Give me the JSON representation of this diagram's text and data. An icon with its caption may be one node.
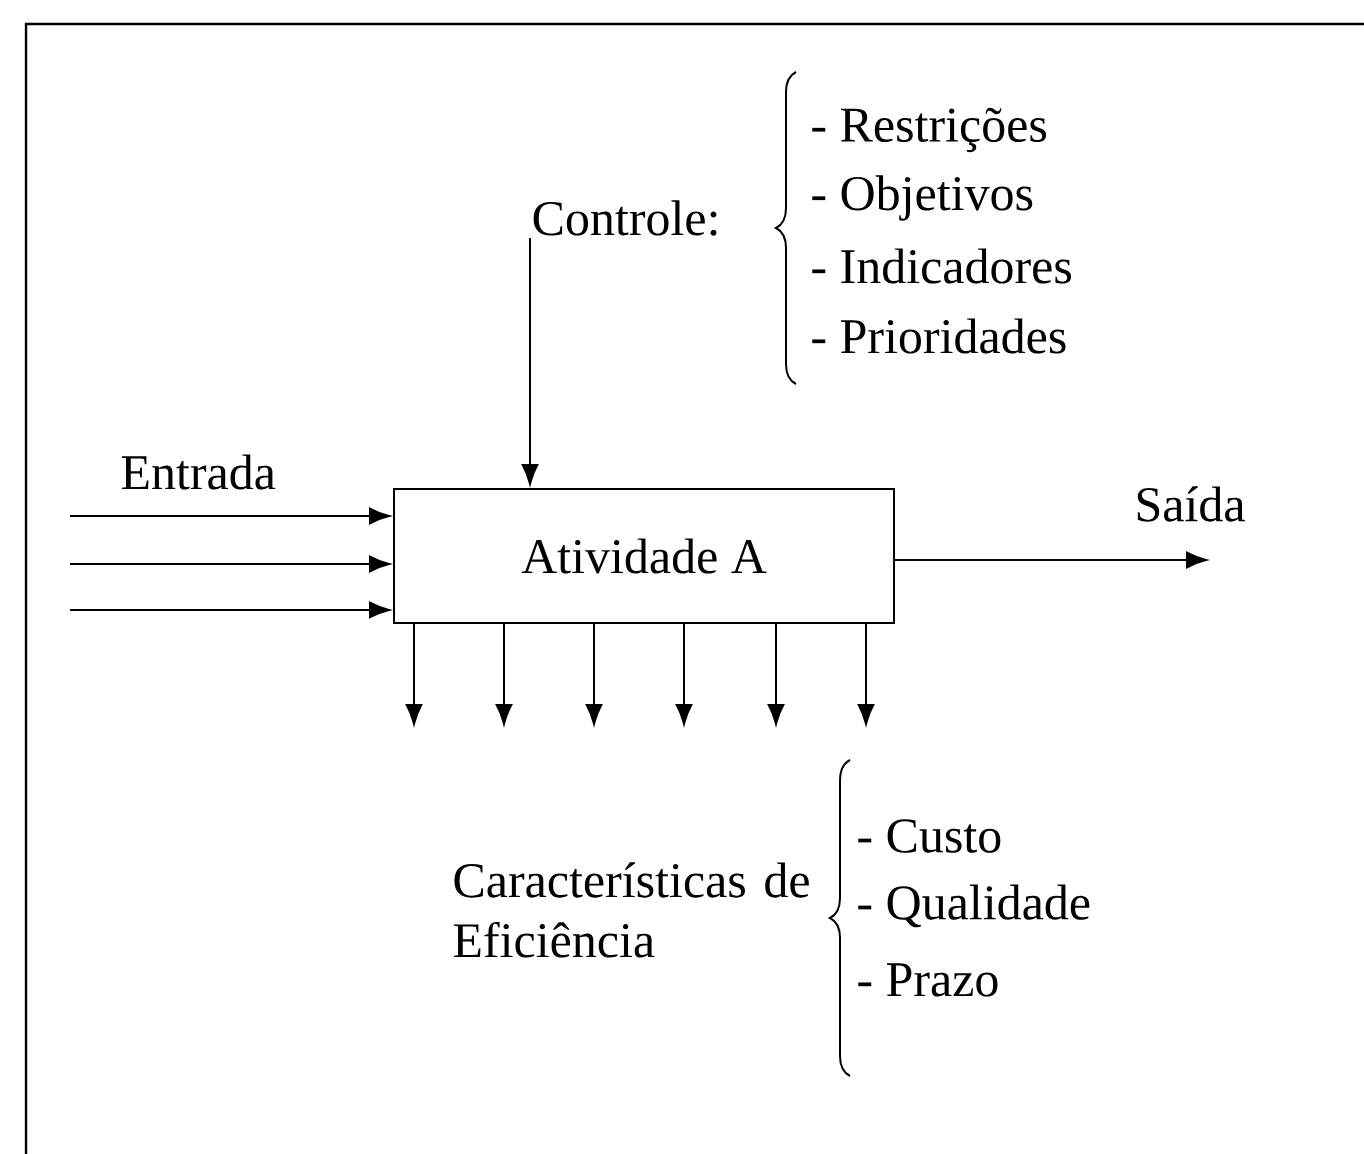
{
  "diagram": {
    "nodes": [
      {
        "text": [
          "Atividade A"
        ]
      },
      {
        "text": [
          "Controle:"
        ]
      }
    ],
    "edges": [
      {
        "from": 1,
        "to": 0,
        "arrow": "to"
      },
      {
        "from": null,
        "to": 0,
        "arrow": "to"
      },
      {
        "from": null,
        "to": 0,
        "arrow": "to"
      },
      {
        "from": null,
        "to": 0,
        "arrow": "to"
      },
      {
        "from": 0,
        "to": null,
        "arrow": "to",
        "label": "Saída"
      },
      {
        "from": 0,
        "to": null,
        "arrow": "to"
      },
      {
        "from": 0,
        "to": null,
        "arrow": "to"
      },
      {
        "from": 0,
        "to": null,
        "arrow": "to"
      },
      {
        "from": 0,
        "to": null,
        "arrow": "to"
      },
      {
        "from": 0,
        "to": null,
        "arrow": "to"
      },
      {
        "from": 0,
        "to": null,
        "arrow": "to"
      }
    ],
    "labels": [
      "- Restrições",
      "- Objetivos",
      "- Indicadores",
      "- Prioridades",
      "Entrada",
      "Características de Eficiência",
      "- Custo",
      "- Qualidade",
      "- Prazo"
    ]
  }
}
